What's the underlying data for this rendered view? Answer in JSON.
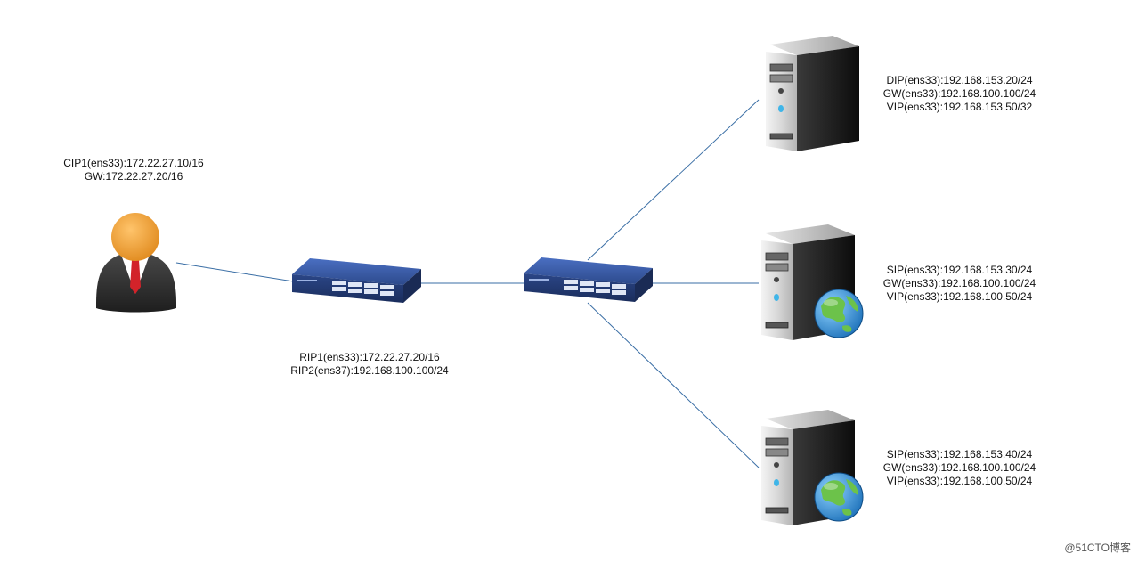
{
  "client": {
    "ip": "CIP1(ens33):172.22.27.10/16",
    "gw": "GW:172.22.27.20/16"
  },
  "router": {
    "rip1": "RIP1(ens33):172.22.27.20/16",
    "rip2": "RIP2(ens37):192.168.100.100/24"
  },
  "director": {
    "dip": "DIP(ens33):192.168.153.20/24",
    "gw": "GW(ens33):192.168.100.100/24",
    "vip": "VIP(ens33):192.168.153.50/32"
  },
  "real_server_1": {
    "sip": "SIP(ens33):192.168.153.30/24",
    "gw": "GW(ens33):192.168.100.100/24",
    "vip": "VIP(ens33):192.168.100.50/24"
  },
  "real_server_2": {
    "sip": "SIP(ens33):192.168.153.40/24",
    "gw": "GW(ens33):192.168.100.100/24",
    "vip": "VIP(ens33):192.168.100.50/24"
  },
  "watermark": "@51CTO博客",
  "colors": {
    "link": "#3a6ea5",
    "switch_body": "#2d4a8c",
    "server_body": "#1c1c1c",
    "user_head": "#f0a03c",
    "user_tie": "#d2232a",
    "globe_land": "#5cb85c",
    "globe_sea": "#2c8fd6"
  }
}
